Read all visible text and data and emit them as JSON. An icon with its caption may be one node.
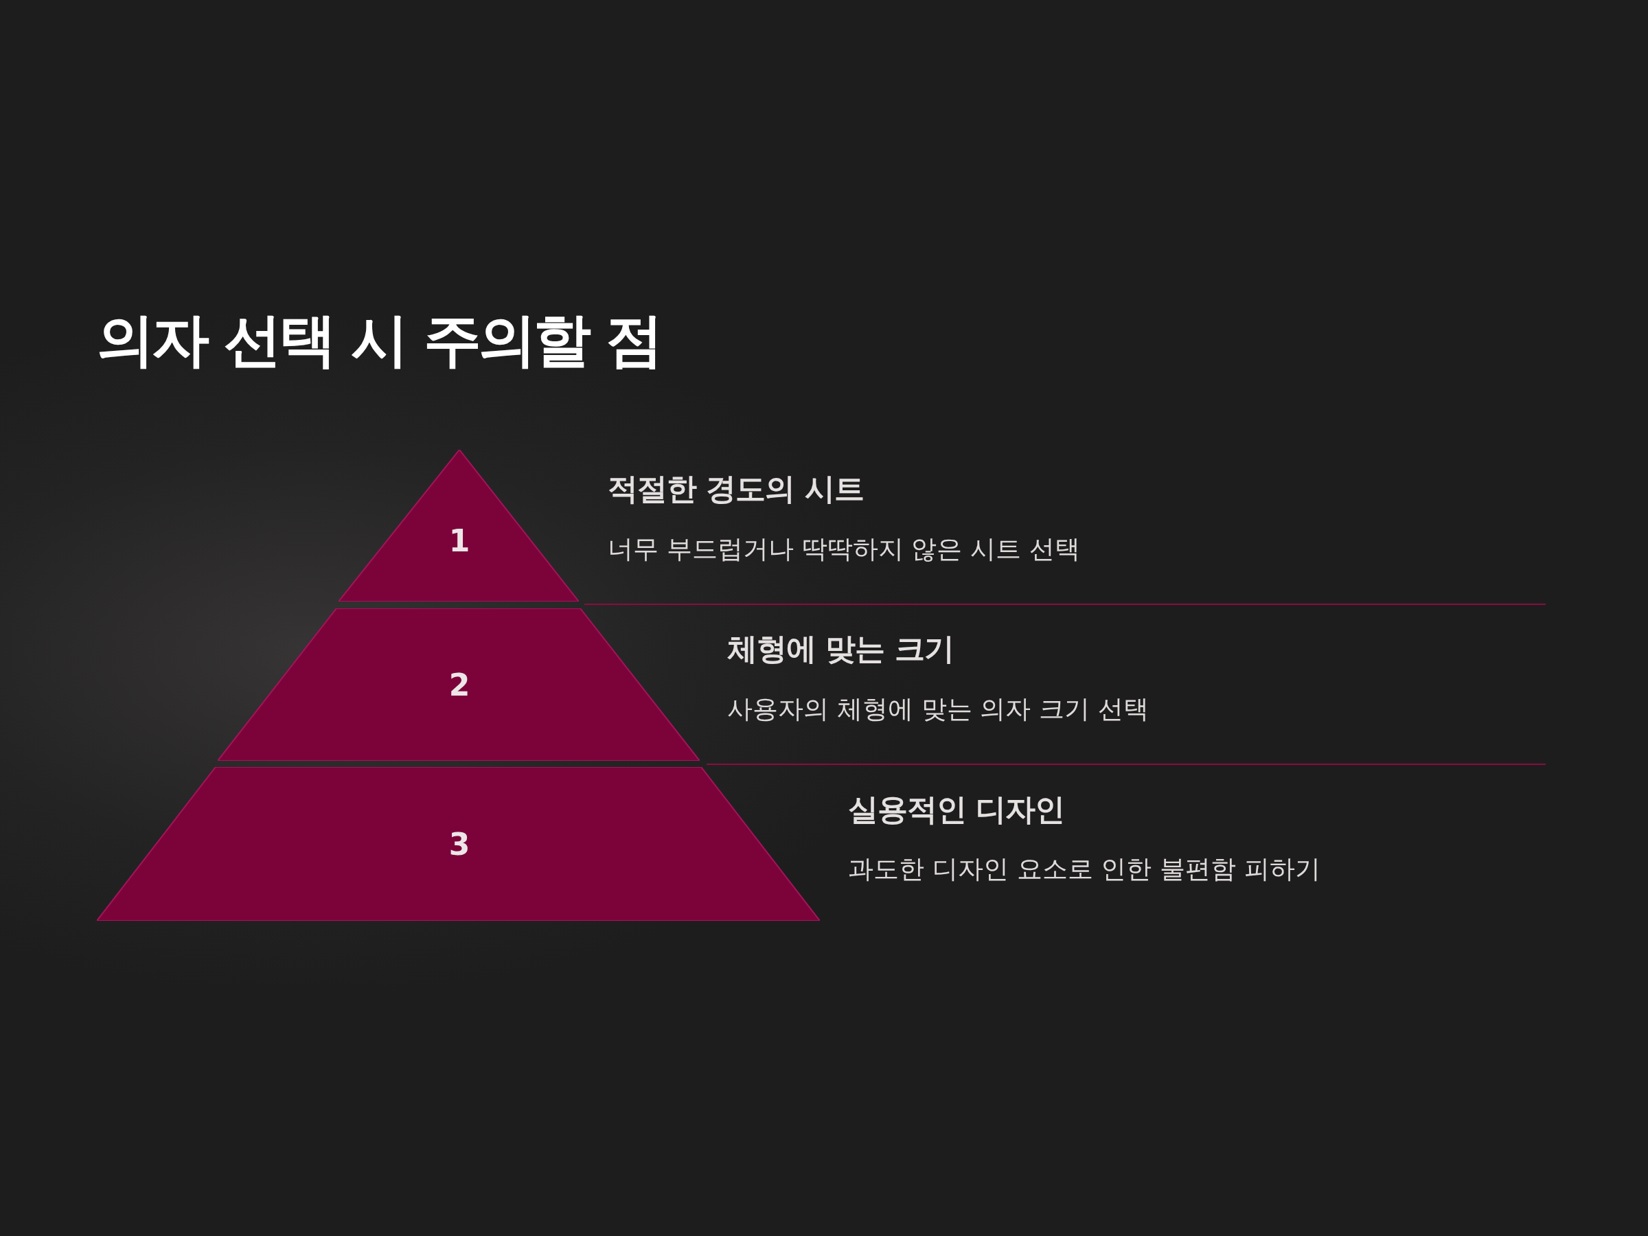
{
  "diagram": {
    "title": "의자 선택 시 주의할 점",
    "nodes": [
      {
        "text": [
          "1"
        ],
        "beside": [
          "적절한 경도의 시트",
          "너무 부드럽거나 딱딱하지 않은 시트 선택"
        ]
      },
      {
        "text": [
          "2"
        ],
        "beside": [
          "체형에 맞는 크기",
          "사용자의 체형에 맞는 의자 크기 선택"
        ]
      },
      {
        "text": [
          "3"
        ],
        "beside": [
          "실용적인 디자인",
          "과도한 디자인 요소로 인한 불편함 피하기"
        ]
      }
    ],
    "edges": []
  }
}
